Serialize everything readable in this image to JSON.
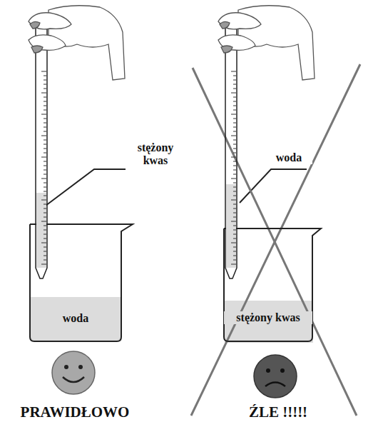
{
  "diagram": {
    "nodes": [
      {
        "text": [
          "woda"
        ]
      },
      {
        "text": [
          "stężony kwas"
        ]
      }
    ],
    "labels": [
      "stężony kwas",
      "PRAWIDŁOWO",
      "woda",
      "ŹLE !!!!!"
    ]
  }
}
